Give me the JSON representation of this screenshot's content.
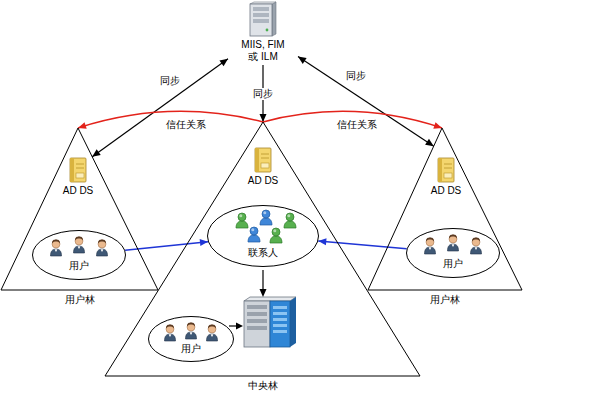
{
  "diagram": {
    "nodes": [
      {
        "text": [
          "MIIS, FIM 或 ILM"
        ]
      },
      {
        "text": [
          "用户林"
        ]
      },
      {
        "text": [
          "AD DS"
        ],
        "in": 1
      },
      {
        "text": [
          "用户"
        ],
        "in": 1
      },
      {
        "text": [
          "中央林"
        ]
      },
      {
        "text": [
          "AD DS"
        ],
        "in": 4
      },
      {
        "text": [
          "联系人"
        ],
        "in": 4
      },
      {
        "text": [
          "用户"
        ],
        "in": 4
      },
      {
        "text": [
          "用户林"
        ]
      },
      {
        "text": [
          "AD DS"
        ],
        "in": 8
      },
      {
        "text": [
          "用户"
        ],
        "in": 8
      }
    ],
    "edges": [
      {
        "from": 0,
        "to": 1,
        "label": "同步",
        "arrow": "both"
      },
      {
        "from": 0,
        "to": 4,
        "label": "同步",
        "arrow": "to"
      },
      {
        "from": 0,
        "to": 8,
        "label": "同步",
        "arrow": "both"
      },
      {
        "from": 4,
        "to": 1,
        "label": "信任关系",
        "arrow": "to"
      },
      {
        "from": 4,
        "to": 8,
        "label": "信任关系",
        "arrow": "to"
      },
      {
        "from": 3,
        "to": 6,
        "arrow": "to"
      },
      {
        "from": 10,
        "to": 6,
        "arrow": "to"
      }
    ]
  }
}
